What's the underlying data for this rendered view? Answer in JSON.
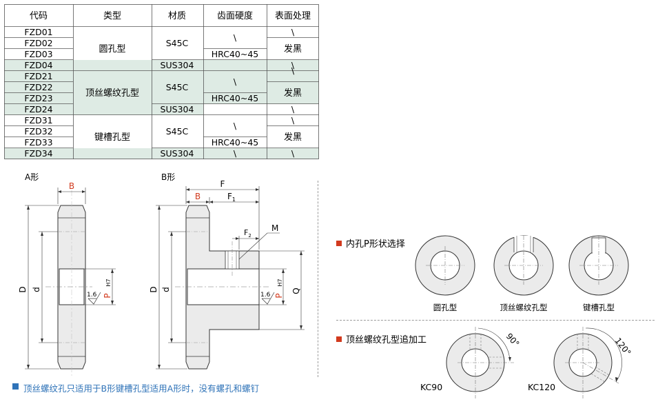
{
  "table": {
    "headers": [
      "代码",
      "类型",
      "材质",
      "齿面硬度",
      "表面处理"
    ],
    "codes": [
      "FZD01",
      "FZD02",
      "FZD03",
      "FZD04",
      "FZD21",
      "FZD22",
      "FZD23",
      "FZD24",
      "FZD31",
      "FZD32",
      "FZD33",
      "FZD34"
    ],
    "groups": [
      {
        "type": "圆孔型",
        "s45c": "S45C",
        "sus": "SUS304",
        "hardness_none": "\\",
        "hardness_hrc": "HRC40~45",
        "surface_none": "\\",
        "surface_black": "发黑",
        "surface_none2": "\\",
        "sus_hardness": "",
        "sus_surface": ""
      },
      {
        "type": "顶丝螺纹孔型",
        "s45c": "S45C",
        "sus": "SUS304",
        "hardness_none": "\\",
        "hardness_hrc": "HRC40~45",
        "surface_none": "\\",
        "surface_black": "发黑",
        "surface_none2": "\\",
        "sus_hardness": "",
        "sus_surface": ""
      },
      {
        "type": "键槽孔型",
        "s45c": "S45C",
        "sus": "SUS304",
        "hardness_none": "\\",
        "hardness_hrc": "HRC40~45",
        "surface_none": "\\",
        "surface_black": "发黑",
        "surface_none2": "\\",
        "sus_hardness": "\\",
        "sus_surface": "\\"
      }
    ]
  },
  "drawing_a": {
    "title": "A形",
    "dim_b": "B",
    "dim_big_d": "D",
    "dim_small_d": "d",
    "dim_p": "P",
    "dim_h7": "H7",
    "roughness": "1.6"
  },
  "drawing_b": {
    "title": "B形",
    "dim_f": "F",
    "dim_f1": "F",
    "dim_f1_sub": "1",
    "dim_b": "B",
    "dim_f2": "F",
    "dim_f2_sub": "2",
    "dim_m": "M",
    "dim_big_d": "D",
    "dim_small_d": "d",
    "dim_p": "P",
    "dim_h7": "H7",
    "dim_q": "Q",
    "roughness": "1.6"
  },
  "bore_section": {
    "title": "内孔P形状选择",
    "items": [
      "圆孔型",
      "顶丝螺纹孔型",
      "键槽孔型"
    ]
  },
  "tap_section": {
    "title": "顶丝螺纹孔型追加工",
    "items": [
      {
        "code": "KC90",
        "angle": "90°"
      },
      {
        "code": "KC120",
        "angle": "120°"
      }
    ]
  },
  "footnote": "顶丝螺纹孔只适用于B形键槽孔型适用A形时，没有螺孔和螺钉",
  "colors": {
    "shaded_row": "#deebe4",
    "accent_red": "#d23a1e",
    "note_blue": "#2f73b8",
    "part_fill": "#ebebeb"
  }
}
